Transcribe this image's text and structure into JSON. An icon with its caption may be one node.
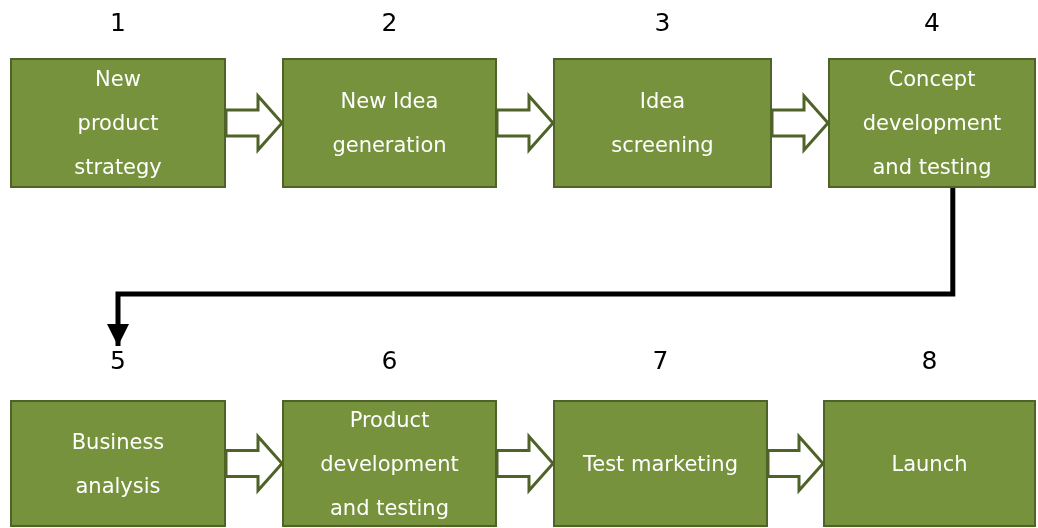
{
  "diagram": {
    "nodes": [
      {
        "text": [
          "New product strategy"
        ],
        "beside": [
          "1"
        ]
      },
      {
        "text": [
          "New Idea generation"
        ],
        "beside": [
          "2"
        ]
      },
      {
        "text": [
          "Idea screening"
        ],
        "beside": [
          "3"
        ]
      },
      {
        "text": [
          "Concept development and testing"
        ],
        "beside": [
          "4"
        ]
      },
      {
        "text": [
          "Business analysis"
        ],
        "beside": [
          "5"
        ]
      },
      {
        "text": [
          "Product development and testing"
        ],
        "beside": [
          "6"
        ]
      },
      {
        "text": [
          "Test marketing"
        ],
        "beside": [
          "7"
        ]
      },
      {
        "text": [
          "Launch"
        ],
        "beside": [
          "8"
        ]
      }
    ],
    "edges": [
      {
        "from": 0,
        "to": 1,
        "arrow": "to"
      },
      {
        "from": 1,
        "to": 2,
        "arrow": "to"
      },
      {
        "from": 2,
        "to": 3,
        "arrow": "to"
      },
      {
        "from": 3,
        "to": 4,
        "arrow": "to",
        "color": "#000000"
      },
      {
        "from": 4,
        "to": 5,
        "arrow": "to"
      },
      {
        "from": 5,
        "to": 6,
        "arrow": "to"
      },
      {
        "from": 6,
        "to": 7,
        "arrow": "to"
      }
    ]
  }
}
